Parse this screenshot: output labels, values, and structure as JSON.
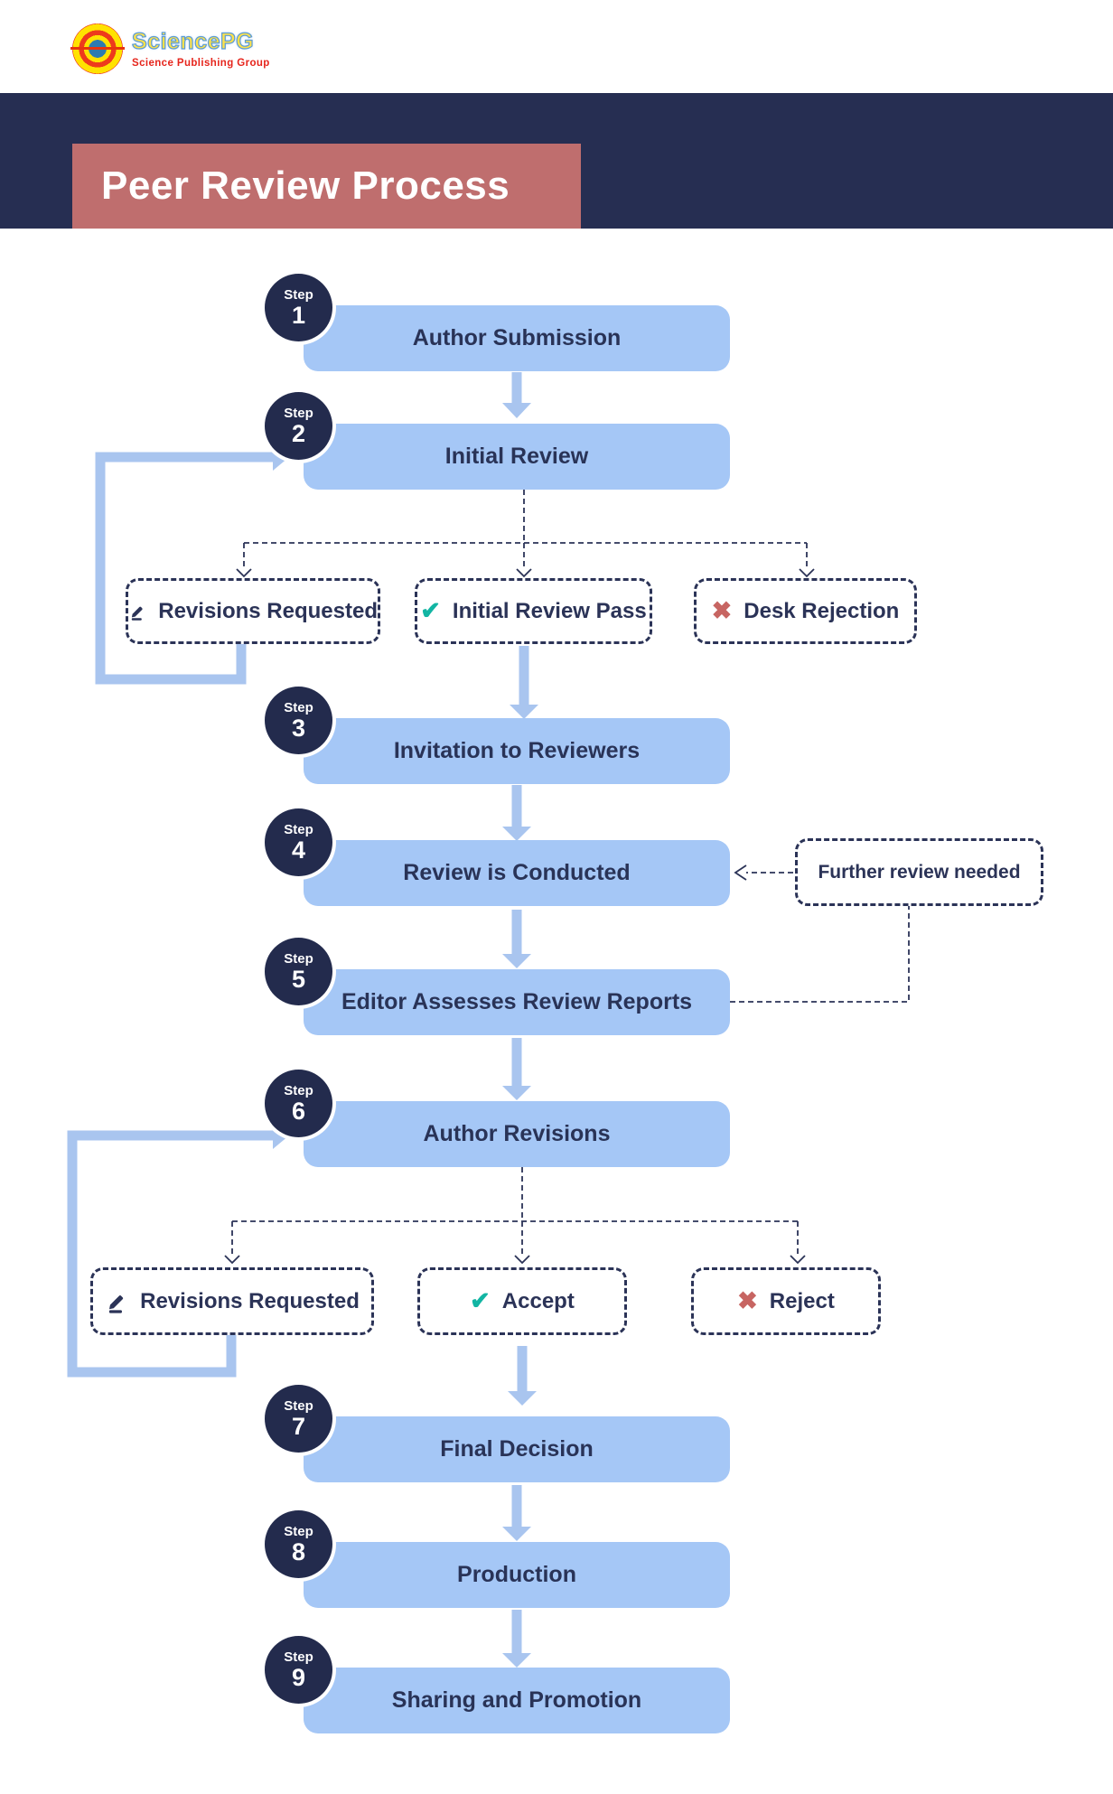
{
  "brand": {
    "name": "SciencePG",
    "tagline": "Science Publishing Group",
    "logo_icon": "sciencepg-logo-icon"
  },
  "header": {
    "title": "Peer Review Process"
  },
  "step_prefix": "Step",
  "steps": [
    {
      "num": "1",
      "label": "Author Submission"
    },
    {
      "num": "2",
      "label": "Initial Review"
    },
    {
      "num": "3",
      "label": "Invitation to Reviewers"
    },
    {
      "num": "4",
      "label": "Review is Conducted"
    },
    {
      "num": "5",
      "label": "Editor Assesses Review Reports"
    },
    {
      "num": "6",
      "label": "Author Revisions"
    },
    {
      "num": "7",
      "label": "Final Decision"
    },
    {
      "num": "8",
      "label": "Production"
    },
    {
      "num": "9",
      "label": "Sharing and Promotion"
    }
  ],
  "initial_review_outcomes": [
    {
      "label": "Revisions Requested",
      "icon": "pencil-icon"
    },
    {
      "label": "Initial Review Pass",
      "icon": "check-icon"
    },
    {
      "label": "Desk Rejection",
      "icon": "cross-icon"
    }
  ],
  "revision_outcomes": [
    {
      "label": "Revisions Requested",
      "icon": "pencil-icon"
    },
    {
      "label": "Accept",
      "icon": "check-icon"
    },
    {
      "label": "Reject",
      "icon": "cross-icon"
    }
  ],
  "note": {
    "label": "Further review needed"
  },
  "colors": {
    "navy_band": "#262e52",
    "step_circle_navy": "#232b4d",
    "box_blue": "#a5c7f6",
    "arrow_blue": "#a9c5ef",
    "banner_rose": "#bf6e6e",
    "check_teal": "#12b5a3",
    "cross_red": "#c76562",
    "text_navy": "#2b3357",
    "logo_red": "#e8350e",
    "logo_yellow": "#ffe200",
    "logo_blue": "#2e7bb0"
  }
}
